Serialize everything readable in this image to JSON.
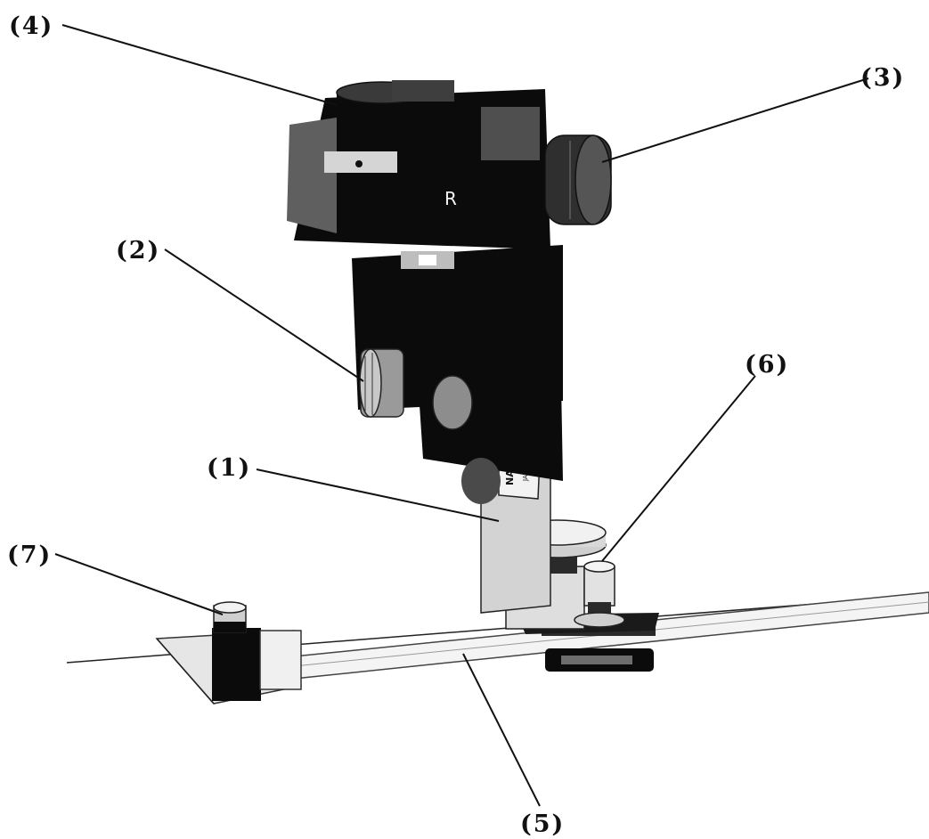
{
  "figure": {
    "callouts": [
      {
        "id": "1",
        "label": "(1)"
      },
      {
        "id": "2",
        "label": "(2)"
      },
      {
        "id": "3",
        "label": "(3)"
      },
      {
        "id": "4",
        "label": "(4)"
      },
      {
        "id": "5",
        "label": "(5)"
      },
      {
        "id": "6",
        "label": "(6)"
      },
      {
        "id": "7",
        "label": "(7)"
      }
    ],
    "device_marks": {
      "side_letter": "R",
      "brand_plate": "NARISHIGE",
      "brand_sub": "JAPAN"
    }
  }
}
